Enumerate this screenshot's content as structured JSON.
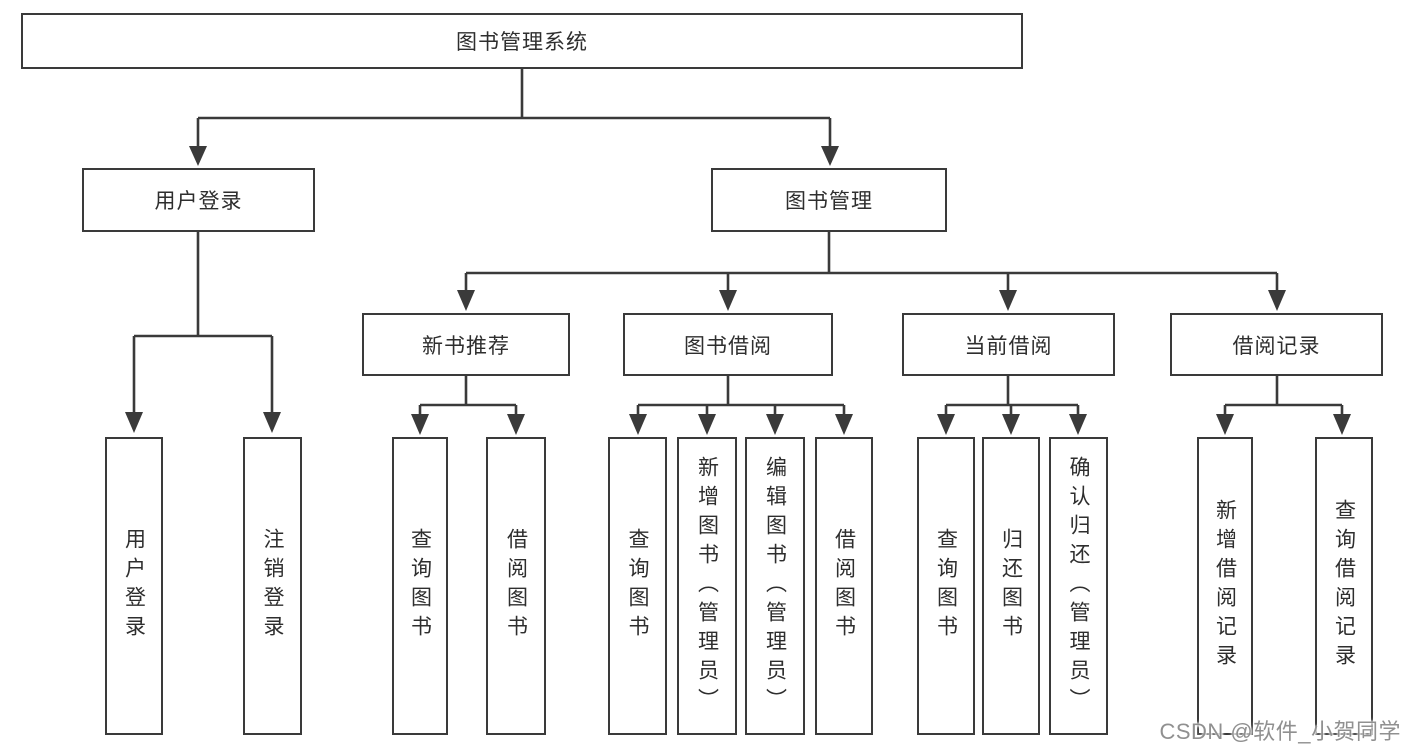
{
  "tree": {
    "root": "图书管理系统",
    "branches": [
      {
        "label": "用户登录",
        "children": [
          "用户登录",
          "注销登录"
        ]
      },
      {
        "label": "图书管理",
        "sections": [
          {
            "label": "新书推荐",
            "children": [
              "查询图书",
              "借阅图书"
            ]
          },
          {
            "label": "图书借阅",
            "children": [
              "查询图书",
              "新增图书（管理员）",
              "编辑图书（管理员）",
              "借阅图书"
            ]
          },
          {
            "label": "当前借阅",
            "children": [
              "查询图书",
              "归还图书",
              "确认归还（管理员）"
            ]
          },
          {
            "label": "借阅记录",
            "children": [
              "新增借阅记录",
              "查询借阅记录"
            ]
          }
        ]
      }
    ]
  },
  "watermark": "CSDN @软件_小贺同学",
  "colors": {
    "line": "#3a3a3a",
    "text": "#2e2e2e",
    "background": "#ffffff",
    "watermark": "#909090"
  }
}
